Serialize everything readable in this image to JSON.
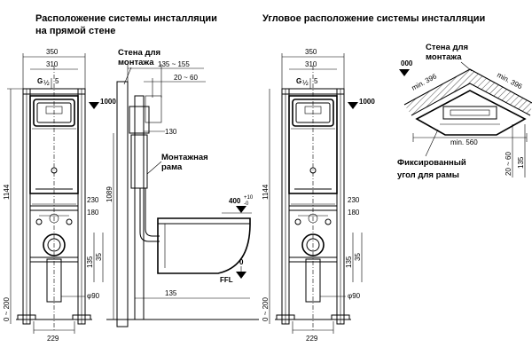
{
  "titles": {
    "straight_line1": "Расположение  системы инсталляции",
    "straight_line2": "на прямой  стене",
    "corner": "Угловое расположение системы инсталляции"
  },
  "labels": {
    "wall_line1": "Стена для",
    "wall_line2": "монтажа",
    "frame_line1": "Монтажная",
    "frame_line2": "рама",
    "fixed_corner_line1": "Фиксированный",
    "fixed_corner_line2": "угол для рамы",
    "ffl": "FFL"
  },
  "dims": {
    "width_350": "350",
    "width_310": "310",
    "g_thread": "G",
    "g_half": "½",
    "height_1000": "1000",
    "height_1144": "1144",
    "height_1089": "1089",
    "range_135_155": "135 ~ 155",
    "range_20_60": "20 ~ 60",
    "depth_130": "130",
    "w_230": "230",
    "w_180": "180",
    "h_135": "135",
    "h_35": "35",
    "pipe_90": "φ90",
    "depth_135": "135",
    "range_0_200": "0 ~ 200",
    "w_229": "229",
    "zero": "0",
    "level_400": "400",
    "level_400_tol": "+10",
    "level_400_tol2": "-0",
    "corner_000": "000",
    "min_396": "min. 396",
    "min_560": "min. 560",
    "corner_135": "135"
  }
}
